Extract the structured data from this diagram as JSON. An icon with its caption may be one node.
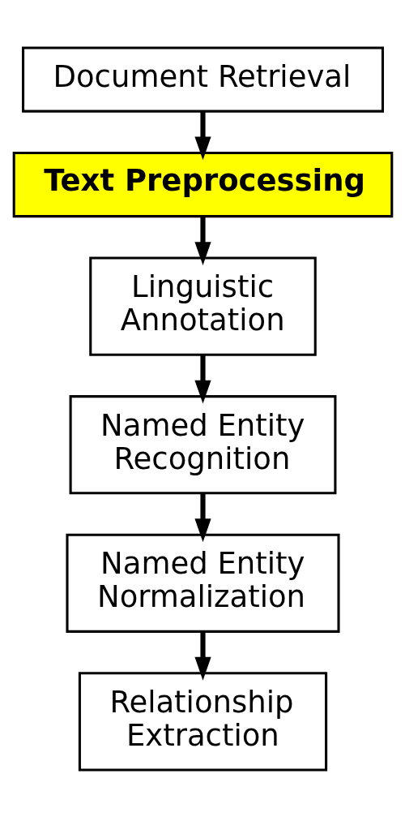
{
  "diagram": {
    "nodes": [
      {
        "text": [
          "Document Retrieval"
        ]
      },
      {
        "text": [
          "Text Preprocessing"
        ]
      },
      {
        "text": [
          "Linguistic Annotation"
        ]
      },
      {
        "text": [
          "Named Entity Recognition"
        ]
      },
      {
        "text": [
          "Named Entity Normalization"
        ]
      },
      {
        "text": [
          "Relationship Extraction"
        ]
      }
    ],
    "edges": [
      {
        "from": 0,
        "to": 1,
        "arrow": "to"
      },
      {
        "from": 1,
        "to": 2,
        "arrow": "to"
      },
      {
        "from": 2,
        "to": 3,
        "arrow": "to"
      },
      {
        "from": 3,
        "to": 4,
        "arrow": "to"
      },
      {
        "from": 4,
        "to": 5,
        "arrow": "to"
      }
    ]
  }
}
